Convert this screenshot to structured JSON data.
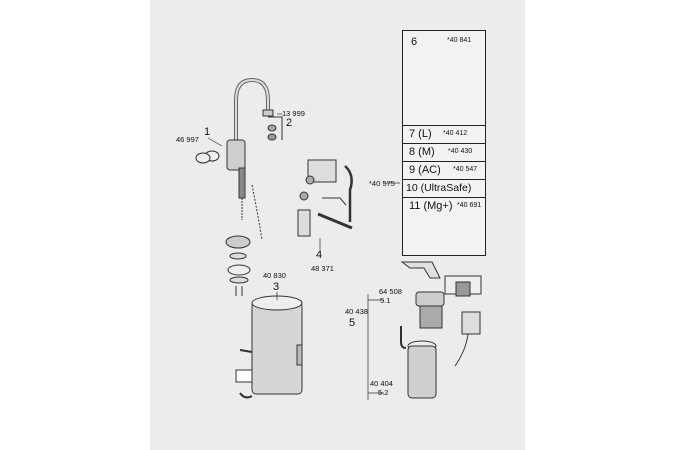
{
  "labels": {
    "p1_num": "1",
    "p1_code": "46 997",
    "p2_num": "2",
    "p2_code": "13 999",
    "p3_num": "3",
    "p3_code": "40 830",
    "p4_num": "4",
    "p4_code": "48 371",
    "p5_num": "5",
    "p5_code": "40 438",
    "p51_num": "5.1",
    "p51_code": "64 508",
    "p52_num": "5.2",
    "p52_code": "40 404",
    "p6_num": "6",
    "p6_code": "*40 841",
    "side_code": "*40 575"
  },
  "panel_rows": [
    {
      "label": "7 (L)",
      "code": "*40 412"
    },
    {
      "label": "8 (M)",
      "code": "*40 430"
    },
    {
      "label": "9 (AC)",
      "code": "*40 547"
    },
    {
      "label": "10 (UltraSafe)",
      "code": ""
    },
    {
      "label": "11 (Mg+)",
      "code": "*40 691"
    }
  ]
}
